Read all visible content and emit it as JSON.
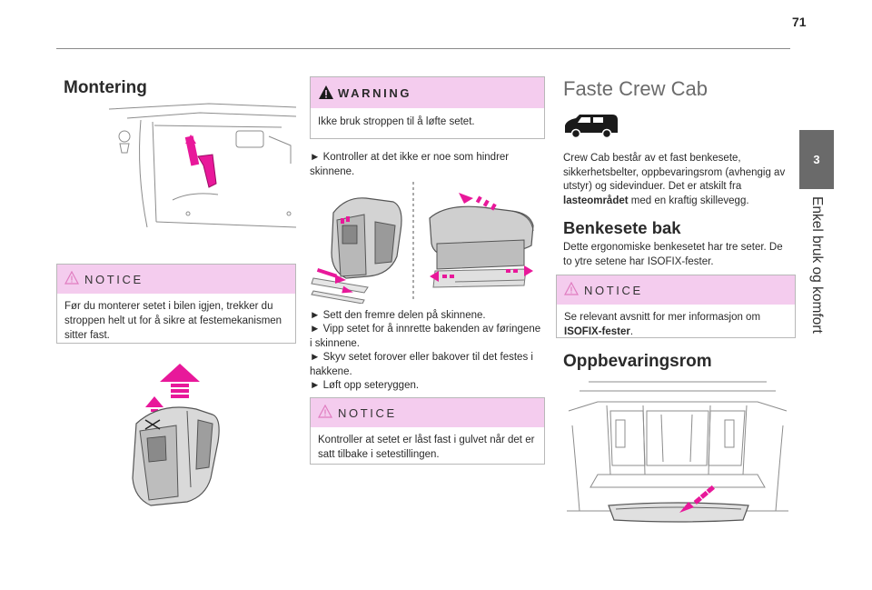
{
  "header": {
    "page_number": "71"
  },
  "side_tab": {
    "chapter_number": "3",
    "chapter_title": "Enkel bruk og komfort"
  },
  "col1": {
    "heading": "Montering",
    "notice": {
      "label": "NOTICE",
      "text": "Før du monterer setet i bilen igjen, trekker du stroppen helt ut for å sikre at festemekanismen sitter fast."
    }
  },
  "col2": {
    "warning": {
      "label": "WARNING",
      "text": "Ikke bruk stroppen til å løfte setet."
    },
    "step1": "►  Kontroller at det ikke er noe som hindrer skinnene.",
    "steps": [
      "►  Sett den fremre delen på skinnene.",
      "►  Vipp setet for å innrette bakenden av føringene i skinnene.",
      "►  Skyv setet forover eller bakover til det festes i hakkene.",
      "►  Løft opp seteryggen."
    ],
    "notice": {
      "label": "NOTICE",
      "text": "Kontroller at setet er låst fast i gulvet når det er satt tilbake i setestillingen."
    }
  },
  "col3": {
    "heading": "Faste Crew Cab",
    "intro_pre": "Crew Cab består av et fast benkesete, sikkerhetsbelter, oppbevaringsrom (avhengig av utstyr) og sidevinduer. Det er atskilt fra ",
    "intro_bold": "lasteområdet",
    "intro_post": " med en kraftig skillevegg.",
    "bench_heading": "Benkesete bak",
    "bench_text": "Dette ergonomiske benkesetet har tre seter. De to ytre setene har ISOFIX-fester.",
    "notice": {
      "label": "NOTICE",
      "text_pre": "Se relevant avsnitt for mer informasjon om ",
      "text_bold": "ISOFIX-fester",
      "text_post": "."
    },
    "storage_heading": "Oppbevaringsrom"
  },
  "colors": {
    "accent_pink": "#e8189a",
    "box_header": "#f4ccee",
    "tab_gray": "#6a6a6a"
  }
}
